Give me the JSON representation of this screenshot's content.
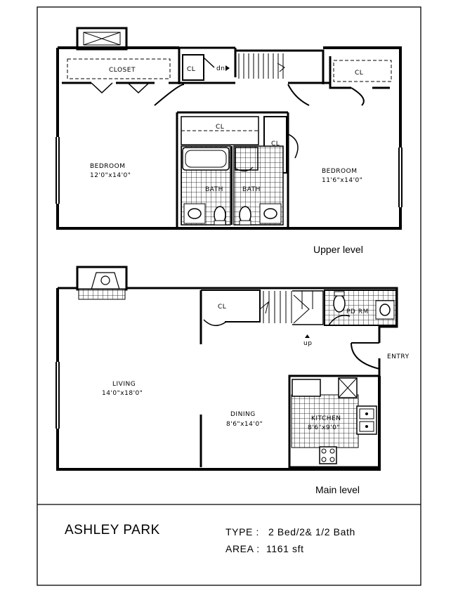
{
  "upper": {
    "label": "Upper level",
    "closet": "CLOSET",
    "cl1": "CL",
    "dn": "dn",
    "cl2": "CL",
    "cl3": "CL",
    "cl4": "CL",
    "bedroom1_name": "BEDROOM",
    "bedroom1_size": "12'0\"x14'0\"",
    "bedroom2_name": "BEDROOM",
    "bedroom2_size": "11'6\"x14'0\"",
    "bath1": "BATH",
    "bath2": "BATH"
  },
  "main": {
    "label": "Main level",
    "cl": "CL",
    "up": "up",
    "pdrm": "PD RM",
    "entry": "ENTRY",
    "living_name": "LIVING",
    "living_size": "14'0\"x18'0\"",
    "dining_name": "DINING",
    "dining_size": "8'6\"x14'0\"",
    "kitchen_name": "KITCHEN",
    "kitchen_size": "8'6\"x9'0\""
  },
  "footer": {
    "name": "ASHLEY PARK",
    "type_label": "TYPE :",
    "type_value": "2 Bed/2& 1/2 Bath",
    "area_label": "AREA :",
    "area_value": "1161 sft"
  }
}
